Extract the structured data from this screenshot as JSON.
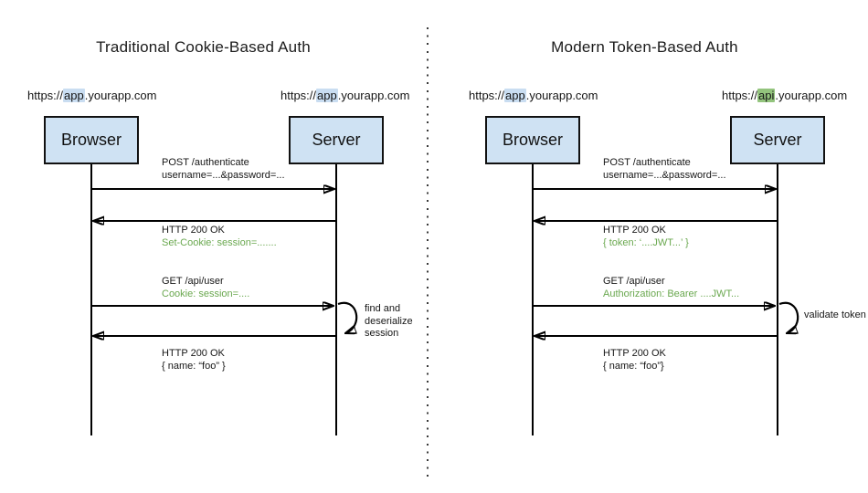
{
  "colors": {
    "box_fill": "#cfe2f3",
    "url_highlight_blue": "#c9ddf1",
    "url_highlight_green": "#93c47d",
    "green_text": "#6aa84f",
    "line": "#000000"
  },
  "left": {
    "title": "Traditional Cookie-Based Auth",
    "browser_label": "Browser",
    "server_label": "Server",
    "browser_url": {
      "prefix": "https://",
      "highlight": "app",
      "suffix": ".yourapp.com"
    },
    "server_url": {
      "prefix": "https://",
      "highlight": "app",
      "suffix": ".yourapp.com"
    },
    "messages": [
      {
        "line1": "POST /authenticate",
        "line2": "username=...&password=..."
      },
      {
        "line1": "HTTP 200 OK",
        "line2": "Set-Cookie: session=......."
      },
      {
        "line1": "GET /api/user",
        "line2": "Cookie: session=...."
      },
      {
        "line1": "HTTP 200 OK",
        "line2": "{ name: “foo” }"
      }
    ],
    "note": "find and deserialize session"
  },
  "right": {
    "title": "Modern Token-Based Auth",
    "browser_label": "Browser",
    "server_label": "Server",
    "browser_url": {
      "prefix": "https://",
      "highlight": "app",
      "suffix": ".yourapp.com"
    },
    "server_url": {
      "prefix": "https://",
      "highlight": "api",
      "suffix": ".yourapp.com"
    },
    "messages": [
      {
        "line1": "POST /authenticate",
        "line2": "username=...&password=..."
      },
      {
        "line1": "HTTP 200 OK",
        "line2": "{ token: ‘....JWT...’ }"
      },
      {
        "line1": "GET /api/user",
        "line2": "Authorization: Bearer ....JWT..."
      },
      {
        "line1": "HTTP 200 OK",
        "line2": "{ name: “foo”}"
      }
    ],
    "note": "validate token"
  }
}
